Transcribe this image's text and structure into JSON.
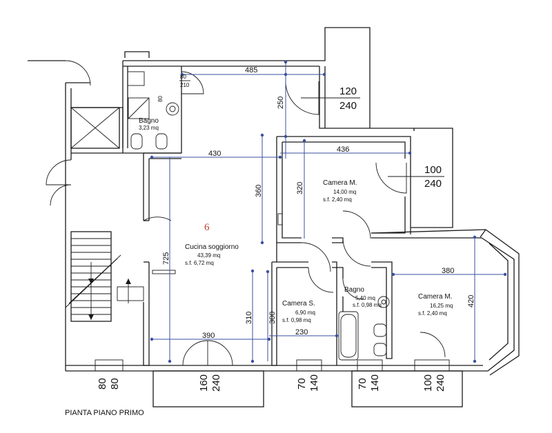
{
  "caption": "PIANTA PIANO PRIMO",
  "unit_number": "6",
  "rooms": {
    "bagno_top": {
      "name": "Bagno",
      "area": "3,23 mq"
    },
    "camera_m_top": {
      "name": "Camera M.",
      "area": "14,00 mq",
      "sf": "s.f.   2,40 mq"
    },
    "cucina": {
      "name": "Cucina soggiorno",
      "area": "43,39 mq",
      "sf": "s.f.   6,72 mq"
    },
    "camera_s": {
      "name": "Camera S.",
      "area": "6,90 mq",
      "sf": "s.f.  0,98 mq"
    },
    "bagno_bottom": {
      "name": "Bagno",
      "area": "5,40 mq",
      "sf": "s.f. 0,98 mq"
    },
    "camera_m_right": {
      "name": "Camera M.",
      "area": "16,25 mq",
      "sf": "s.f.   2,40 mq"
    }
  },
  "dimensions": {
    "d485": "485",
    "d250": "250",
    "d430": "430",
    "d436": "436",
    "d360": "360",
    "d320": "320",
    "d725": "725",
    "d310": "310",
    "d300": "300",
    "d390": "390",
    "d230": "230",
    "d380": "380",
    "d420": "420"
  },
  "openings": {
    "top_w": "120",
    "top_h": "240",
    "right_w": "100",
    "right_h": "240",
    "bath_w": "80",
    "bath_h": "210",
    "bath_side": "80",
    "b1_w": "80",
    "b1_h": "80",
    "b2_w": "160",
    "b2_h": "240",
    "b3_w": "70",
    "b3_h": "140",
    "b4_w": "70",
    "b4_h": "140",
    "b5_w": "100",
    "b5_h": "240"
  },
  "colors": {
    "dimension_line": "#3a4fa0",
    "unit_number": "#c0392b",
    "walls": "#1a1a1a"
  }
}
